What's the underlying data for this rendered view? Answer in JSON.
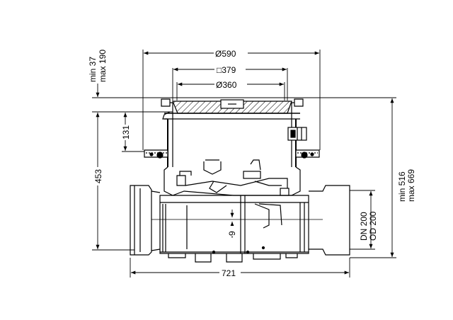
{
  "dimensions": {
    "dia_outer": "590",
    "square_inner": "379",
    "dia_inner": "360",
    "adjust_min": "min 37",
    "adjust_max": "max 190",
    "height_upper": "131",
    "height_total": "453",
    "offset_small": "9",
    "depth_min": "min 516",
    "depth_max": "max 669",
    "pipe_dn": "DN 200",
    "pipe_od": "OD 200",
    "length_total": "721"
  },
  "symbols": {
    "diameter": "Ø",
    "square": "□"
  }
}
